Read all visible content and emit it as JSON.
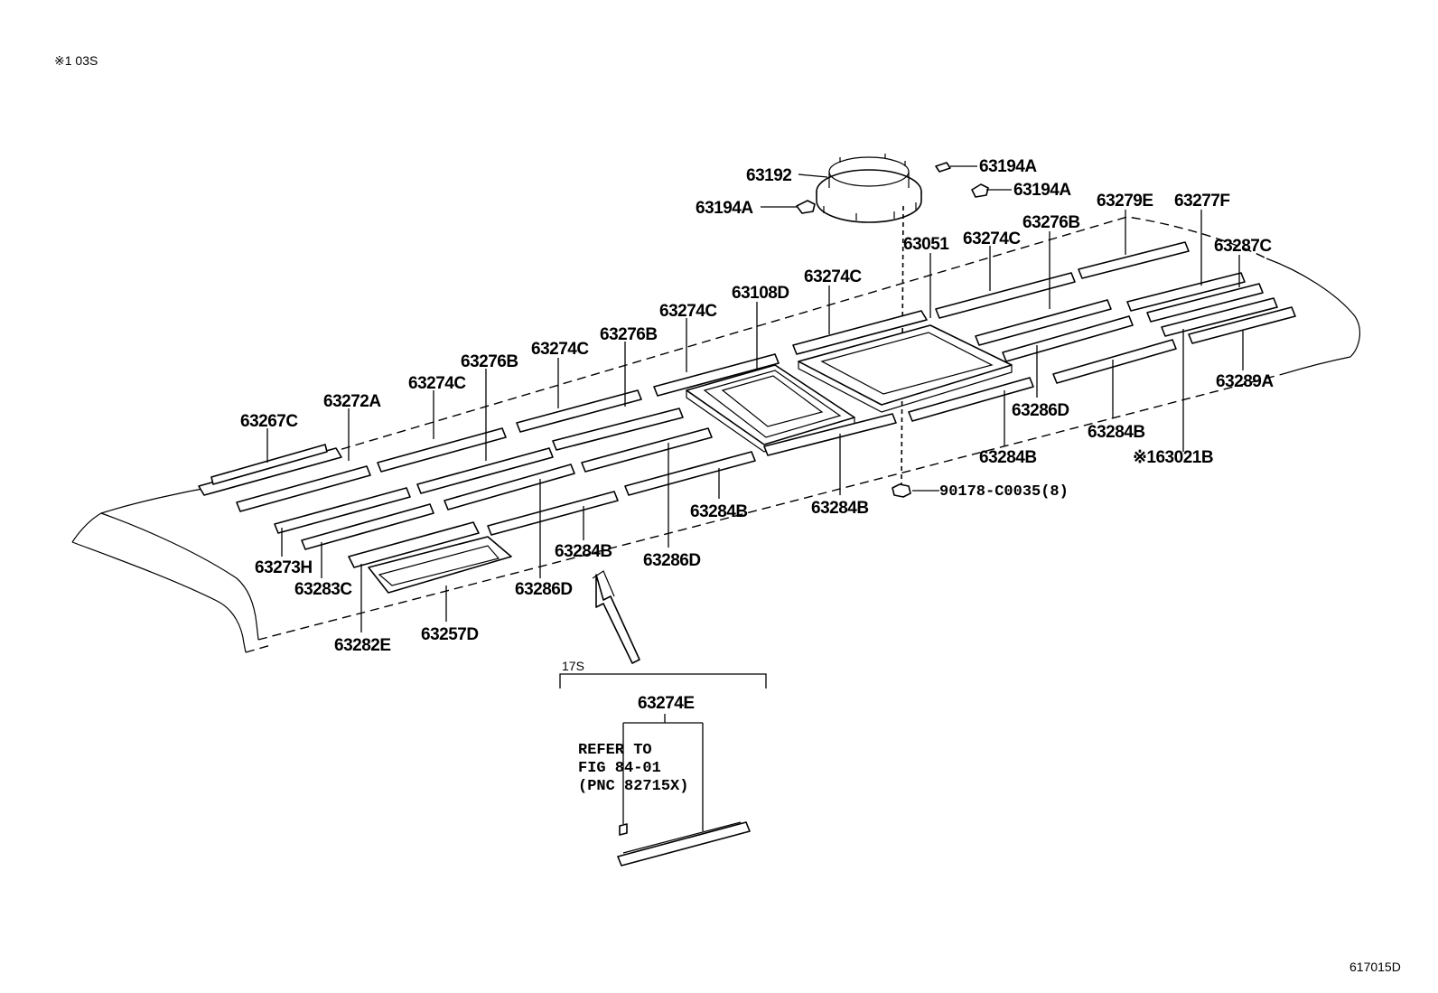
{
  "header": {
    "note": "※1 03S"
  },
  "footer": {
    "figure_id": "617015D"
  },
  "labels": {
    "p63192": "63192",
    "p63194A_a": "63194A",
    "p63194A_b": "63194A",
    "p63194A_c": "63194A",
    "p63279E": "63279E",
    "p63277F": "63277F",
    "p63276B_r": "63276B",
    "p63051": "63051",
    "p63274C_r": "63274C",
    "p63287C": "63287C",
    "p63274C_m": "63274C",
    "p63108D": "63108D",
    "p63274C_mc": "63274C",
    "p63276B_m": "63276B",
    "p63274C_ml": "63274C",
    "p63276B_l": "63276B",
    "p63274C_l": "63274C",
    "p63272A": "63272A",
    "p63267C": "63267C",
    "p63289A": "63289A",
    "p63286D_r": "63286D",
    "p63284B_r": "63284B",
    "p63284B_rm": "63284B",
    "p63021B": "※163021B",
    "p90178": "90178-C0035(8)",
    "p63284B_c": "63284B",
    "p63284B_cl": "63284B",
    "p63284B_l": "63284B",
    "p63286D_c": "63286D",
    "p63286D_l": "63286D",
    "p63273H": "63273H",
    "p63283C": "63283C",
    "p63282E": "63282E",
    "p63257D": "63257D"
  },
  "inset": {
    "range": "17S",
    "part": "63274E",
    "refer_line1": "REFER TO",
    "refer_line2": "FIG 84-01",
    "refer_line3": "(PNC 82715X)"
  }
}
